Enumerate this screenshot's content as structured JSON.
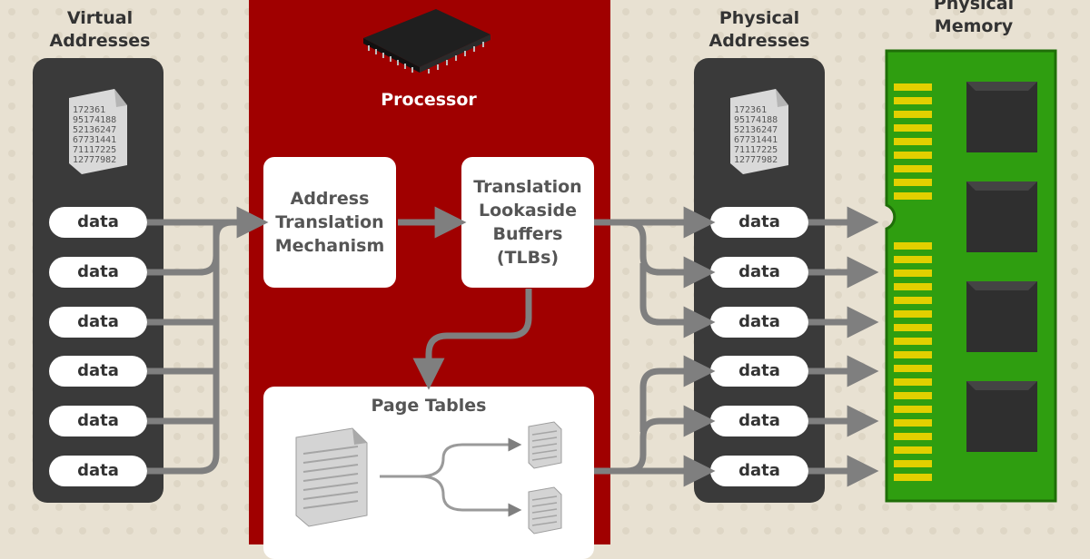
{
  "labels": {
    "virtual_addresses": "Virtual Addresses",
    "physical_addresses": "Physical Addresses",
    "physical_memory": "Physical Memory",
    "processor": "Processor",
    "page_tables": "Page Tables"
  },
  "boxes": {
    "address_translation": [
      "Address",
      "Translation",
      "Mechanism"
    ],
    "tlb": [
      "Translation",
      "Lookaside",
      "Buffers",
      "(TLBs)"
    ]
  },
  "virtual_items": [
    "data",
    "data",
    "data",
    "data",
    "data",
    "data"
  ],
  "physical_items": [
    "data",
    "data",
    "data",
    "data",
    "data",
    "data"
  ],
  "doc_numbers": [
    "172361",
    "95174188",
    "52136247",
    "67731441",
    "71117225",
    "12777982"
  ],
  "colors": {
    "background": "#e8e1d2",
    "processor": "#a00000",
    "column": "#3a3a3a",
    "arrow": "#7f7f7f",
    "memory_board": "#2f9e10",
    "memory_pins": "#e2d000",
    "memory_chip": "#2f2f2f"
  },
  "icons": [
    "cpu-chip-icon",
    "document-numbers-icon",
    "document-icon",
    "memory-module-icon"
  ]
}
